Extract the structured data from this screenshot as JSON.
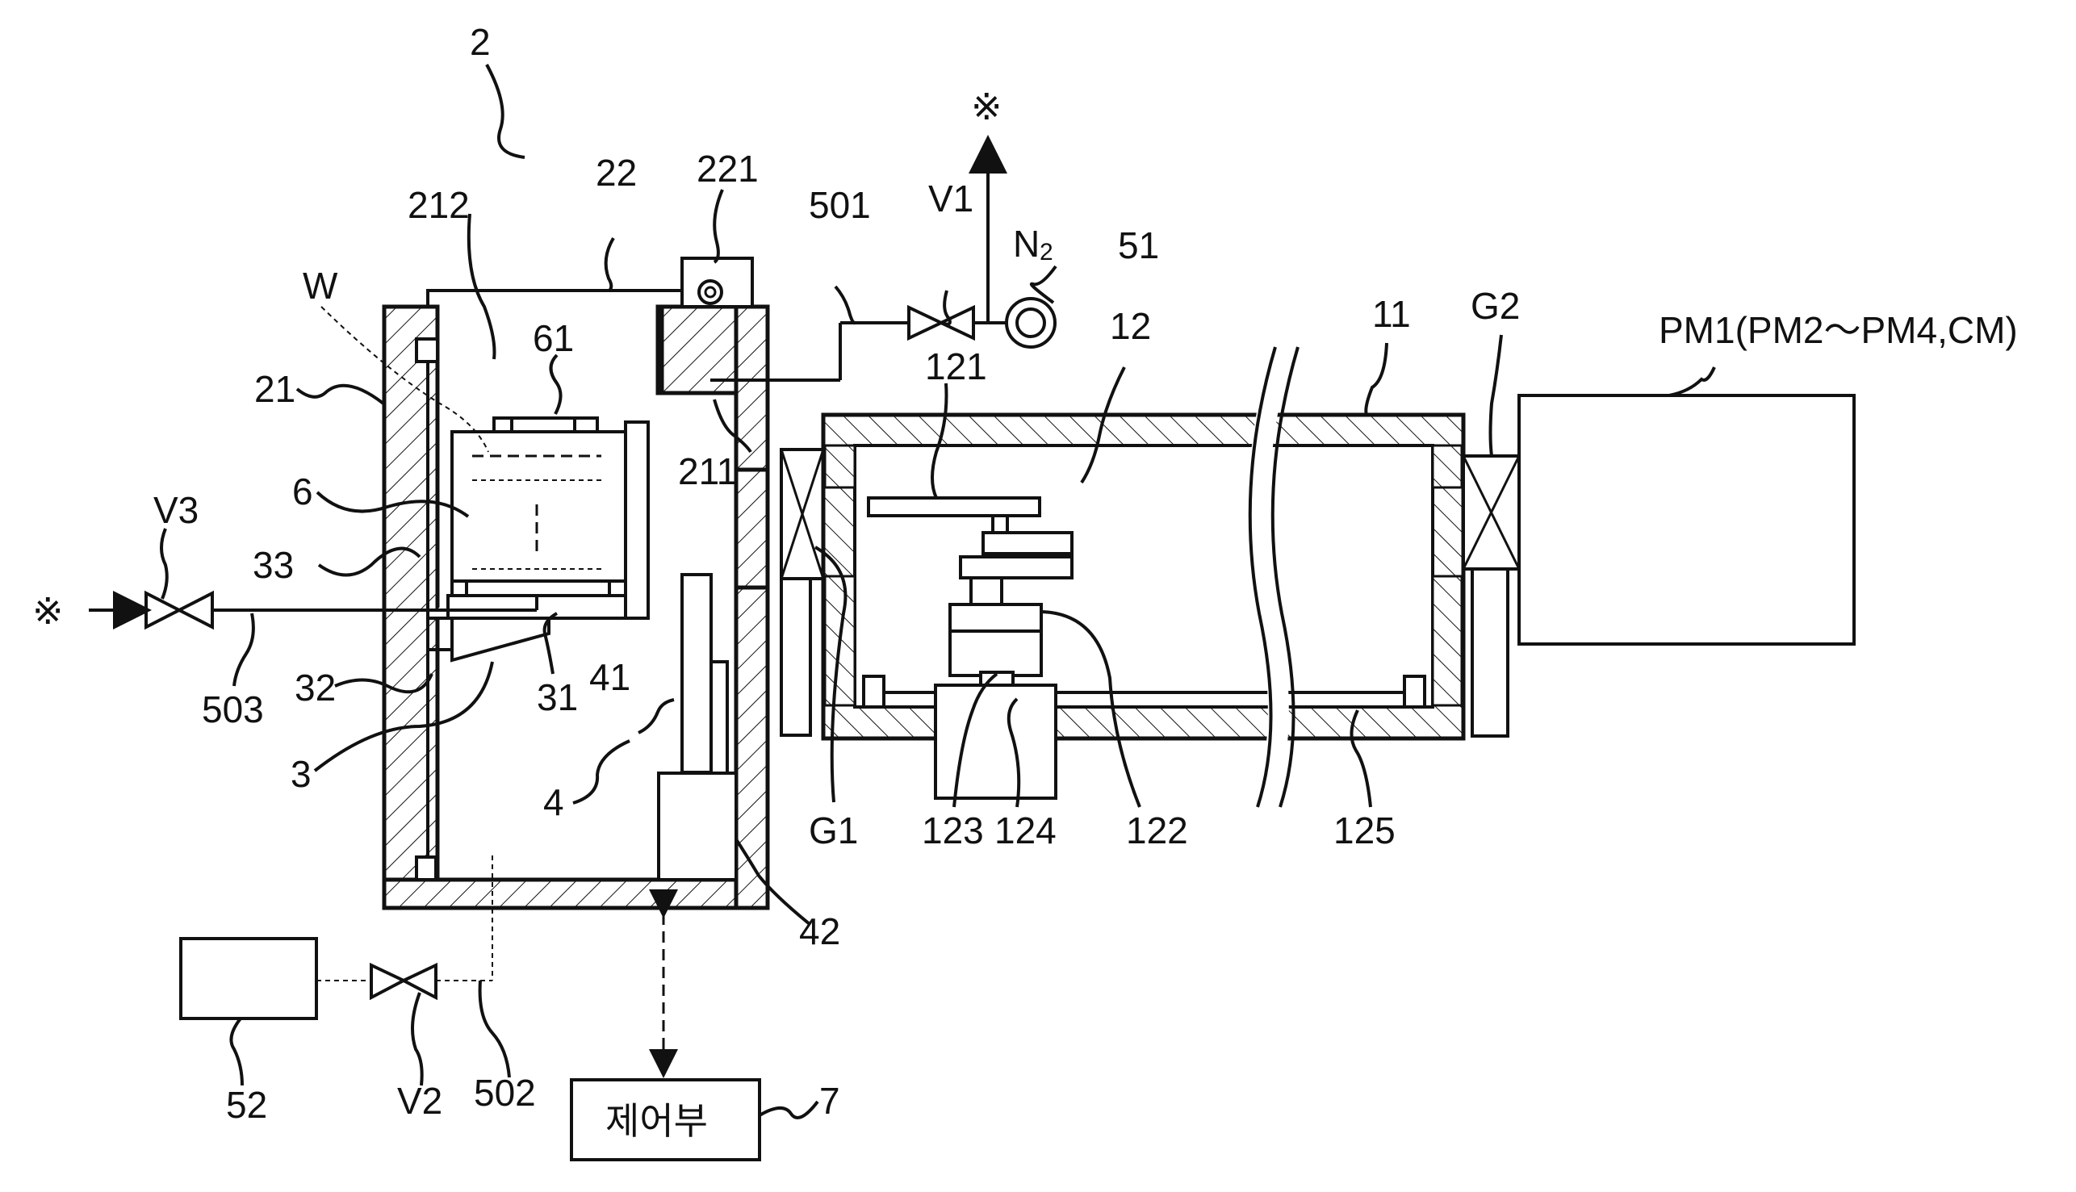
{
  "figure": {
    "labels": {
      "module_2": "2",
      "lid_22": "22",
      "hinge_221": "221",
      "space_212": "212",
      "wafer_W": "W",
      "chamber_21": "21",
      "cover_61": "61",
      "space_211": "211",
      "cassette_6": "6",
      "valve_V3": "V3",
      "wall_33": "33",
      "pipe_503": "503",
      "stage_32": "32",
      "stage_31": "31",
      "unit_3": "3",
      "unit_41": "41",
      "unit_4": "4",
      "unit_42": "42",
      "pipe_501": "501",
      "valve_V1": "V1",
      "gas_N2": "N",
      "gas_N2_sub": "2",
      "source_51": "51",
      "robot_12": "12",
      "arm_121": "121",
      "chamber_11": "11",
      "gate_G2": "G2",
      "process_module": "PM1(PM2～PM4,CM)",
      "gate_G1": "G1",
      "part_123": "123",
      "part_124": "124",
      "part_122": "122",
      "rail_125": "125",
      "pump_52": "52",
      "valve_V2": "V2",
      "pipe_502": "502",
      "controller_7": "7",
      "controller_text": "제어부",
      "reference_mark_top": "※",
      "reference_mark_left": "※"
    }
  }
}
